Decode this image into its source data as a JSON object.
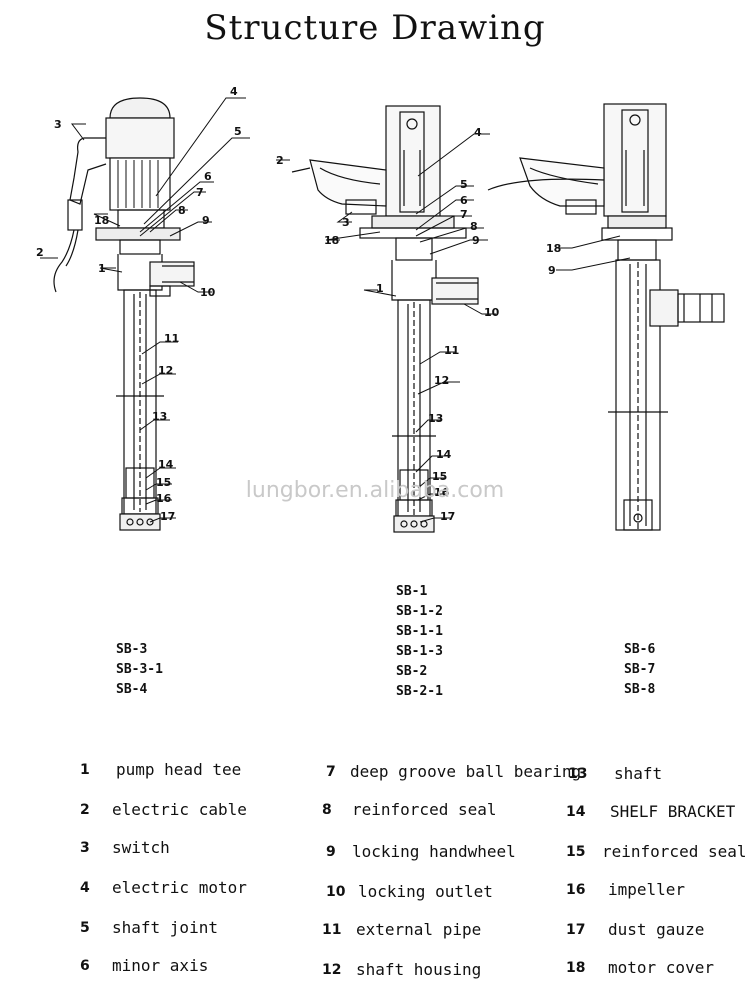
{
  "title": "Structure Drawing",
  "watermark": "lungbor.en.alibaba.com",
  "callouts": [
    "1",
    "2",
    "3",
    "4",
    "5",
    "6",
    "7",
    "8",
    "9",
    "10",
    "11",
    "12",
    "13",
    "14",
    "15",
    "16",
    "17",
    "18"
  ],
  "models": {
    "left": [
      "SB-3",
      "SB-3-1",
      "SB-4"
    ],
    "center": [
      "SB-1",
      "SB-1-2",
      "SB-1-1",
      "SB-1-3",
      "SB-2",
      "SB-2-1"
    ],
    "right": [
      "SB-6",
      "SB-7",
      "SB-8"
    ]
  },
  "legend": [
    {
      "num": "1",
      "text": "pump head tee"
    },
    {
      "num": "2",
      "text": "electric cable"
    },
    {
      "num": "3",
      "text": "switch"
    },
    {
      "num": "4",
      "text": "electric motor"
    },
    {
      "num": "5",
      "text": "shaft joint"
    },
    {
      "num": "6",
      "text": "minor axis"
    },
    {
      "num": "7",
      "text": "deep groove ball bearing"
    },
    {
      "num": "8",
      "text": "reinforced seal"
    },
    {
      "num": "9",
      "text": "locking handwheel"
    },
    {
      "num": "10",
      "text": "locking outlet"
    },
    {
      "num": "11",
      "text": "external pipe"
    },
    {
      "num": "12",
      "text": "shaft housing"
    },
    {
      "num": "13",
      "text": "shaft"
    },
    {
      "num": "14",
      "text": "SHELF BRACKET"
    },
    {
      "num": "15",
      "text": "reinforced seal"
    },
    {
      "num": "16",
      "text": "impeller"
    },
    {
      "num": "17",
      "text": "dust gauze"
    },
    {
      "num": "18",
      "text": "motor cover"
    }
  ]
}
